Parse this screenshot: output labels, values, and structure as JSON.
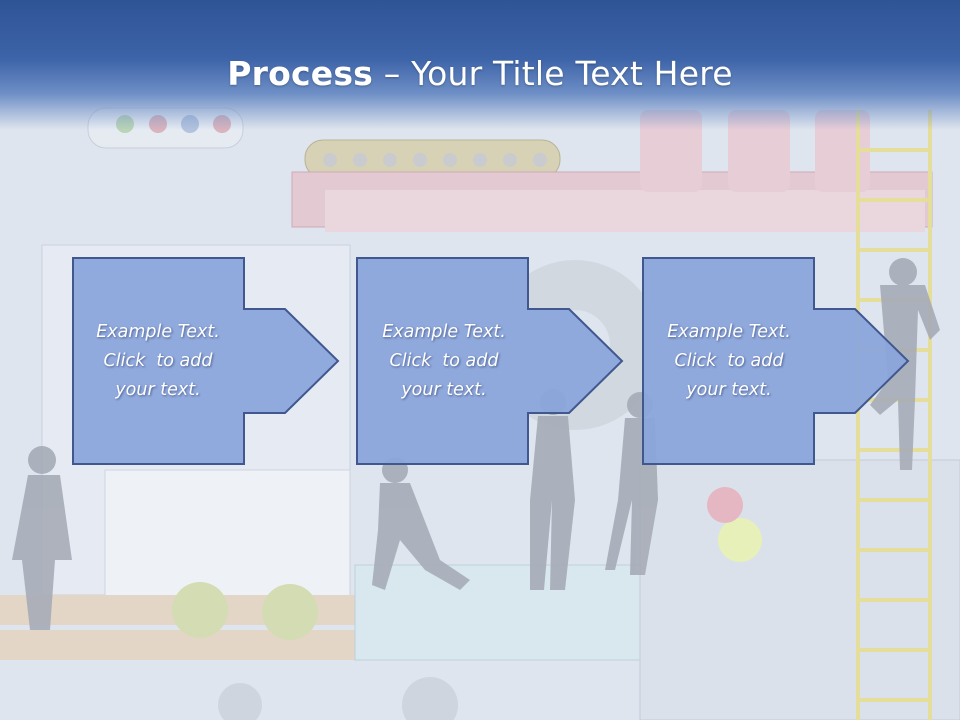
{
  "slide": {
    "title_bold": "Process",
    "title_rest": " – Your Title Text Here"
  },
  "process": {
    "steps": [
      {
        "line1": "Example Text.",
        "line2": "Click  to add",
        "line3": "your text."
      },
      {
        "line1": "Example Text.",
        "line2": "Click  to add",
        "line3": "your text."
      },
      {
        "line1": "Example Text.",
        "line2": "Click  to add",
        "line3": "your text."
      }
    ]
  },
  "colors": {
    "title_bar": "#2f5496",
    "step_fill": "#8aa5dc",
    "step_border": "#40588f",
    "background": "#dfe5ee"
  }
}
